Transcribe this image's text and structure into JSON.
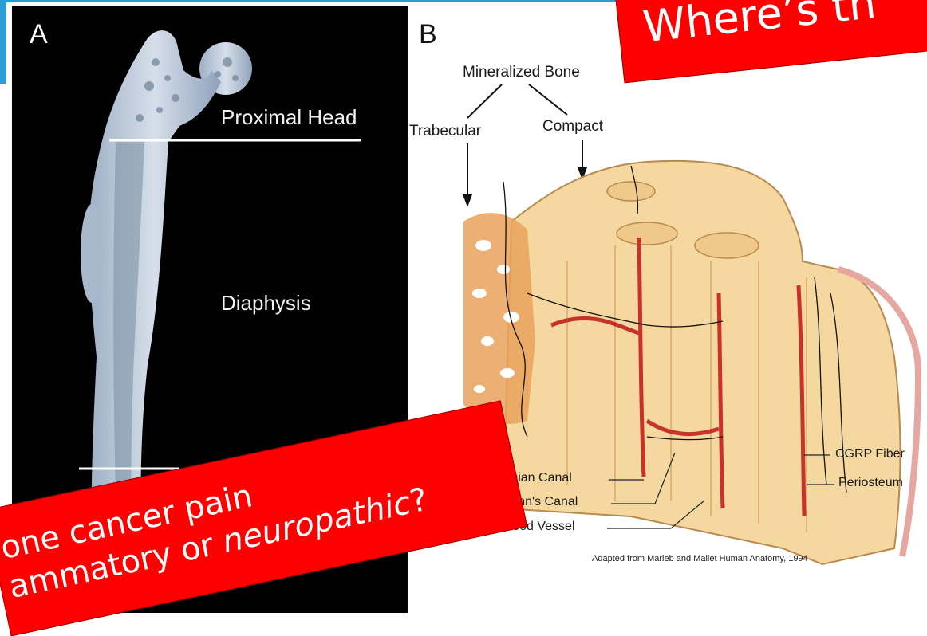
{
  "panel_a": {
    "label": "A",
    "proximal_head_label": "Proximal Head",
    "diaphysis_label": "Diaphysis"
  },
  "panel_b": {
    "label": "B",
    "mineralized_bone_label": "Mineralized Bone",
    "trabecular_label": "Trabecular",
    "compact_label": "Compact",
    "haversian_canal_label": "versian Canal",
    "volkmann_canal_label": "kmann's Canal",
    "blood_vessel_label": "Blood Vessel",
    "cgrp_fiber_label": "CGRP Fiber",
    "periosteum_label": "Periosteum",
    "credit": "Adapted from Marieb and Mallet Human Anatomy, 1994"
  },
  "callouts": {
    "top_text": "Where’s th",
    "bottom_line1": "one cancer pain",
    "bottom_line2_prefix": "ammatory or ",
    "bottom_line2_italic": "neuropathic",
    "bottom_line2_suffix": "?"
  },
  "colors": {
    "accent_blue": "#2a9fd6",
    "callout_red": "#ff0000",
    "bone_cream": "#f5d8a0",
    "vessel_red": "#c8322a"
  }
}
